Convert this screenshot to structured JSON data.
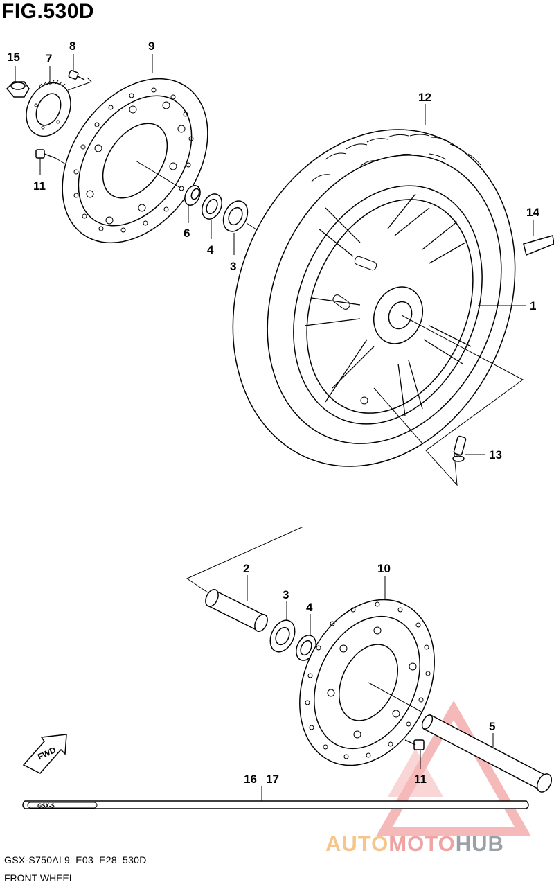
{
  "figure": {
    "title": "FIG.530D",
    "model_code": "GSX-S750AL9_E03_E28_530D",
    "name": "FRONT WHEEL"
  },
  "callouts": {
    "p1": "1",
    "p2": "2",
    "p3a": "3",
    "p3b": "3",
    "p4a": "4",
    "p4b": "4",
    "p5": "5",
    "p6": "6",
    "p7": "7",
    "p8": "8",
    "p9": "9",
    "p10": "10",
    "p11a": "11",
    "p11b": "11",
    "p12": "12",
    "p13": "13",
    "p14": "14",
    "p15": "15",
    "p16": "16",
    "p17": "17"
  },
  "badges": {
    "fwd": "FWD",
    "decal": "GSX-S"
  },
  "watermark": {
    "part1": "AUTO",
    "part2": "MOTO",
    "part3": "HUB",
    "colors": {
      "auto": "#f5c58a",
      "moto": "#f0a3a3",
      "hub": "#9aa0a6",
      "logo": "#f08080"
    }
  },
  "icons": {
    "fwd_arrow": "fwd-arrow-icon",
    "logo": "automotohub-logo-icon"
  }
}
